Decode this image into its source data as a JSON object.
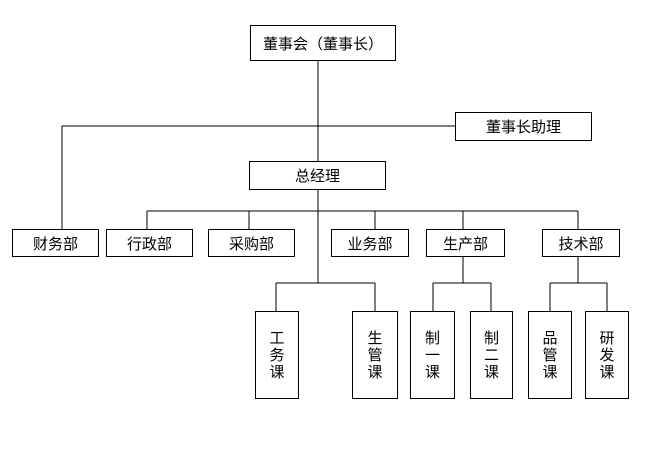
{
  "board": "董事会（董事长）",
  "assistant": "董事长助理",
  "gm": "总经理",
  "departments": {
    "finance": "财务部",
    "admin": "行政部",
    "purchasing": "采购部",
    "business": "业务部",
    "production": "生产部",
    "technology": "技术部"
  },
  "sections": {
    "engineering": "工务课",
    "production_control": "生管课",
    "manufacturing_1": "制一课",
    "manufacturing_2": "制二课",
    "quality": "品管课",
    "rnd": "研发课"
  }
}
